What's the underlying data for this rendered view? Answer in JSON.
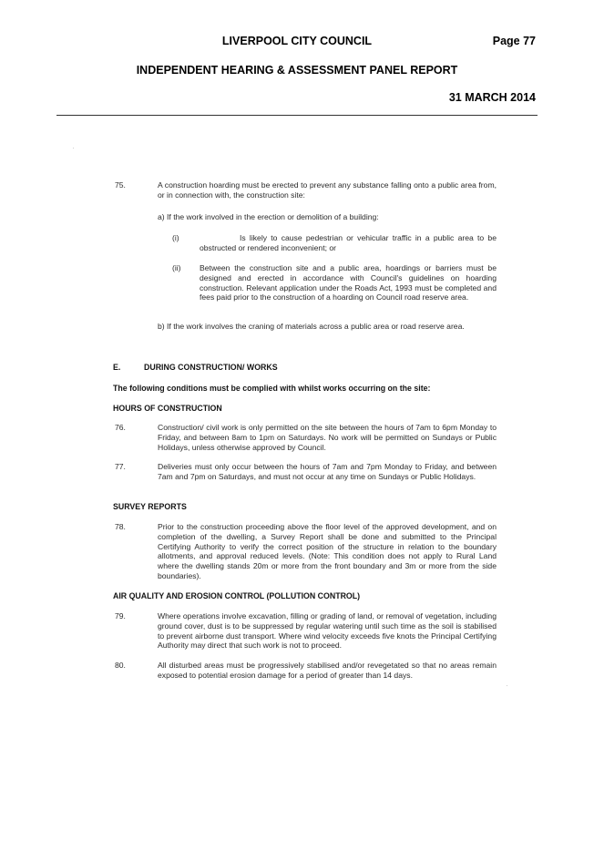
{
  "header": {
    "council": "LIVERPOOL CITY COUNCIL",
    "page": "Page 77",
    "report": "INDEPENDENT HEARING & ASSESSMENT PANEL REPORT",
    "date": "31 MARCH 2014"
  },
  "c75": {
    "num": "75.",
    "text": "A construction hoarding must be erected to prevent any substance falling onto a public area from, or in connection with, the construction site:",
    "a": "a) If the work involved in the erection or demolition of a building:",
    "i_num": "(i)",
    "i_text": "Is likely to cause pedestrian or vehicular traffic in a public area to be obstructed or rendered inconvenient; or",
    "ii_num": "(ii)",
    "ii_text": "Between the construction site and a public area, hoardings or barriers must be designed and erected in accordance with Council's guidelines on hoarding construction. Relevant application under the Roads Act, 1993 must be completed and fees paid prior to the construction of a hoarding on Council road reserve area.",
    "b": "b) If the work involves the craning of materials across a public area or road reserve area."
  },
  "sectionE": {
    "letter": "E.",
    "title": "DURING CONSTRUCTION/ WORKS",
    "intro": "The following conditions must be complied with whilst works occurring on the site:"
  },
  "hours": {
    "title": "HOURS OF CONSTRUCTION",
    "c76_num": "76.",
    "c76_text": "Construction/ civil work is only permitted on the site between the hours of 7am to 6pm Monday to Friday, and between 8am to 1pm on Saturdays. No work will be permitted on Sundays or Public Holidays, unless otherwise approved by Council.",
    "c77_num": "77.",
    "c77_text": "Deliveries must only occur between the hours of 7am and 7pm Monday to Friday, and between 7am and 7pm on Saturdays, and must not occur at any time on Sundays or Public Holidays."
  },
  "survey": {
    "title": "SURVEY REPORTS",
    "c78_num": "78.",
    "c78_text": "Prior to the construction proceeding above the floor level of the approved development, and on completion of the dwelling, a Survey Report shall be done and submitted to the Principal Certifying Authority to verify the correct position of the structure in relation to the boundary allotments, and approval reduced levels. (Note: This condition does not apply to Rural Land where the dwelling stands 20m or more from the front boundary and 3m or more from the side boundaries)."
  },
  "air": {
    "title": "AIR QUALITY AND EROSION CONTROL (POLLUTION CONTROL)",
    "c79_num": "79.",
    "c79_text": "Where operations involve excavation, filling or grading of land, or removal of vegetation, including ground cover, dust is to be suppressed by regular watering until such time as the soil is stabilised to prevent airborne dust transport. Where wind velocity exceeds five knots the Principal Certifying Authority may direct that such work is not to proceed.",
    "c80_num": "80.",
    "c80_text": "All disturbed areas must be progressively stabilised and/or revegetated so that no areas remain exposed to potential erosion damage for a period of greater than 14 days."
  }
}
